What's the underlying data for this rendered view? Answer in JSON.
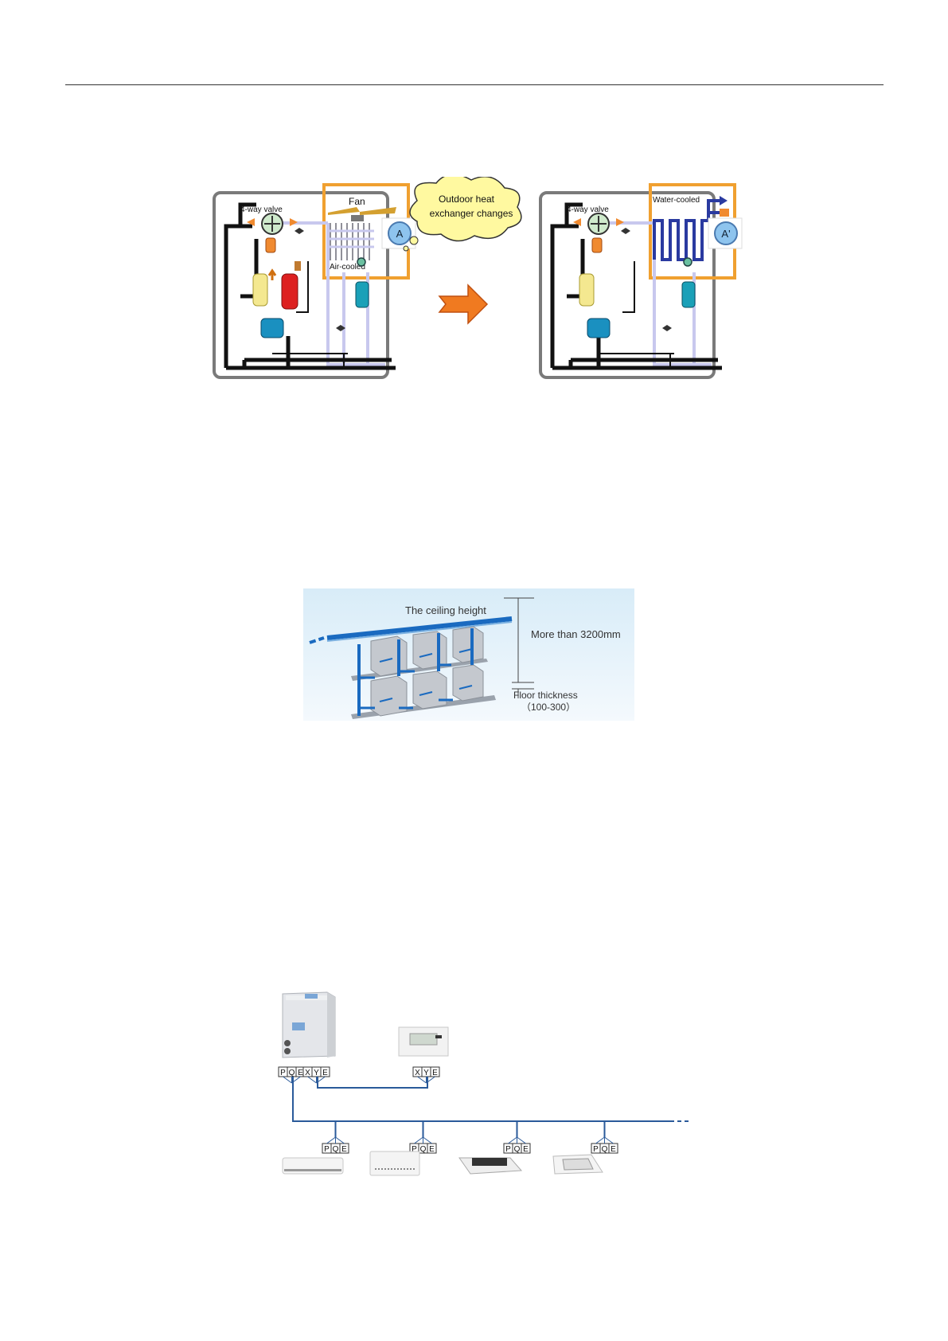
{
  "diagram1": {
    "left_panel": {
      "valve_label": "4-way valve",
      "fan_label": "Fan",
      "coil_label": "Air-cooled",
      "badge": "A"
    },
    "cloud_text": [
      "Outdoor heat",
      "exchanger changes"
    ],
    "right_panel": {
      "valve_label": "4-way valve",
      "coil_label": "Water-cooled",
      "badge": "A'"
    }
  },
  "diagram2": {
    "ceiling_label": "The ceiling height",
    "height_label": "More than 3200mm",
    "floor_label": "Floor thickness",
    "floor_range": "（100-300）"
  },
  "diagram3": {
    "outdoor_terminals": [
      "P",
      "Q",
      "E"
    ],
    "outdoor_comm_terminals": [
      "X",
      "Y",
      "E"
    ],
    "controller_terminals": [
      "X",
      "Y",
      "E"
    ],
    "indoor_units": [
      {
        "terminals": [
          "P",
          "Q",
          "E"
        ]
      },
      {
        "terminals": [
          "P",
          "Q",
          "E"
        ]
      },
      {
        "terminals": [
          "P",
          "Q",
          "E"
        ]
      },
      {
        "terminals": [
          "P",
          "Q",
          "E"
        ]
      }
    ]
  },
  "colors": {
    "orange_frame": "#f0a030",
    "refrigerant_line": "#c8c8ee",
    "water_coil": "#2a3aa0",
    "wire_blue": "#2a5a9a",
    "arrow_orange": "#f07a20"
  }
}
